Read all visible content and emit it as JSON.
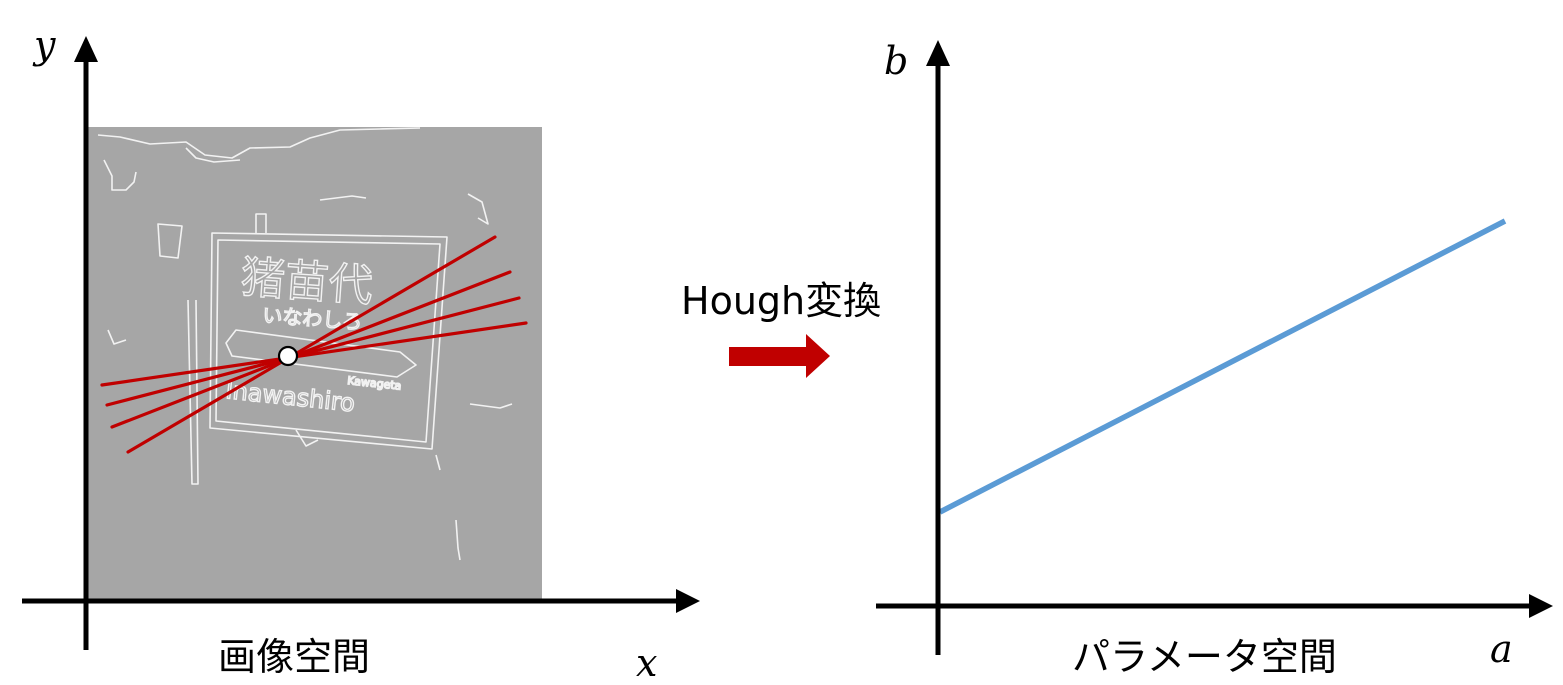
{
  "image_space": {
    "x_label": "x",
    "y_label": "y",
    "caption": "画像空間",
    "sign_text": {
      "kanji": "猪苗代",
      "hiragana": "いなわしろ",
      "small": "Kawageta",
      "romaji": "Inawashiro"
    }
  },
  "transform": {
    "label": "Hough変換"
  },
  "parameter_space": {
    "x_label": "a",
    "y_label": "b",
    "caption": "パラメータ空間"
  },
  "colors": {
    "edge_background": "#a6a6a6",
    "candidate_lines": "#c00000",
    "arrow": "#c00000",
    "parameter_line": "#5b9bd5",
    "axes": "#000000"
  },
  "icons": {
    "transform_arrow": "right-arrow-icon",
    "point_marker": "hollow-circle-icon"
  }
}
